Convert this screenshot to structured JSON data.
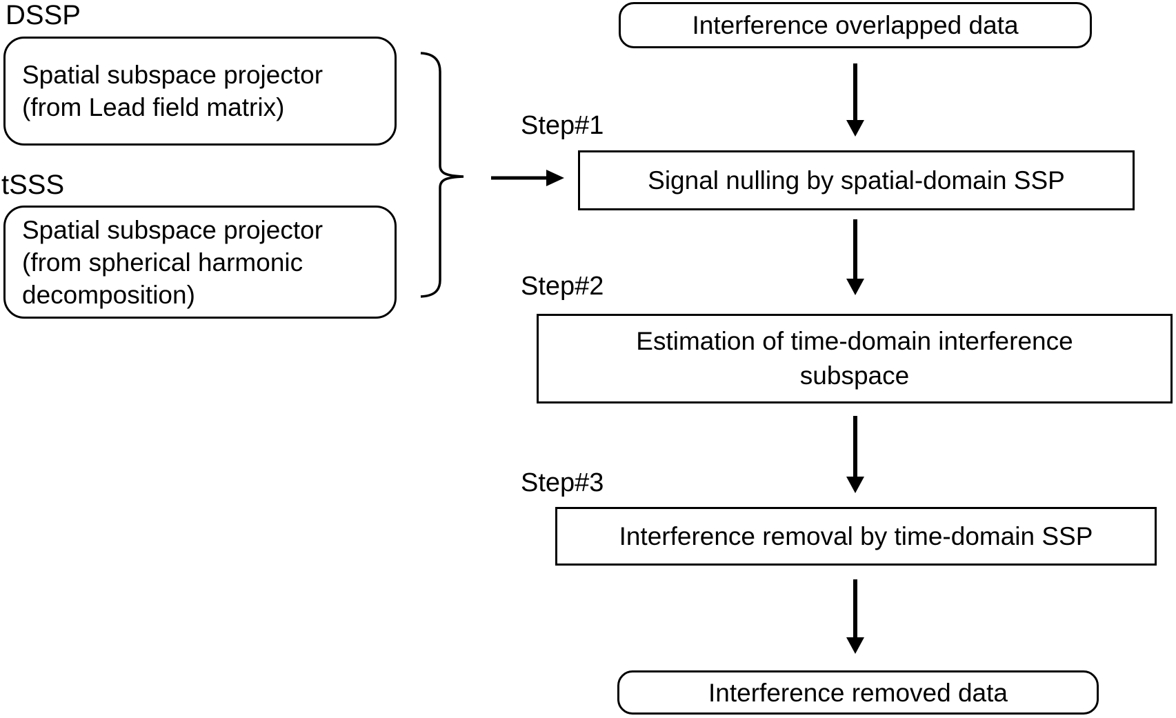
{
  "colors": {
    "background": "#ffffff",
    "stroke": "#000000",
    "text": "#000000"
  },
  "left_panel": {
    "dssp_label": "DSSP",
    "dssp_box_line1": "Spatial subspace projector",
    "dssp_box_line2": "(from Lead field matrix)",
    "tsss_label": "tSSS",
    "tsss_box_line1": "Spatial subspace projector",
    "tsss_box_line2": "(from spherical harmonic",
    "tsss_box_line3": "decomposition)"
  },
  "pipeline": {
    "input_box_label": "Interference overlapped data",
    "step1_label": "Step#1",
    "step1_box_label": "Signal nulling by spatial-domain SSP",
    "step2_label": "Step#2",
    "step2_box_line1": "Estimation of time-domain interference",
    "step2_box_line2": "subspace",
    "step3_label": "Step#3",
    "step3_box_label": "Interference removal by time-domain SSP",
    "output_box_label": "Interference removed data"
  }
}
